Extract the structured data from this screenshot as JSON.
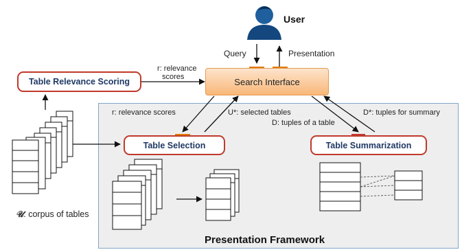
{
  "user": {
    "label": "User",
    "icon": "user-icon"
  },
  "search_interface": {
    "label": "Search Interface"
  },
  "arrows": {
    "query": "Query",
    "presentation": "Presentation"
  },
  "relevance_scoring": {
    "label": "Table Relevance Scoring",
    "r_label_line1": "r: relevance",
    "r_label_line2": "scores"
  },
  "framework": {
    "title": "Presentation Framework",
    "r_scores": "r: relevance scores",
    "u_selected": "U*: selected tables",
    "d_tuples": "D: tuples of a table",
    "d_star": "D*: tuples for summary"
  },
  "table_selection": {
    "label": "Table Selection"
  },
  "table_summarization": {
    "label": "Table Summarization"
  },
  "corpus": {
    "symbol": "𝒰",
    "label": ": corpus of tables"
  },
  "colors": {
    "box_border": "#c0392b",
    "box_text": "#1f3864",
    "search_fill": "#f8b778",
    "framework_fill": "#eeeeee",
    "framework_border": "#7fa6c9",
    "accent_marks": "#e07b00"
  }
}
